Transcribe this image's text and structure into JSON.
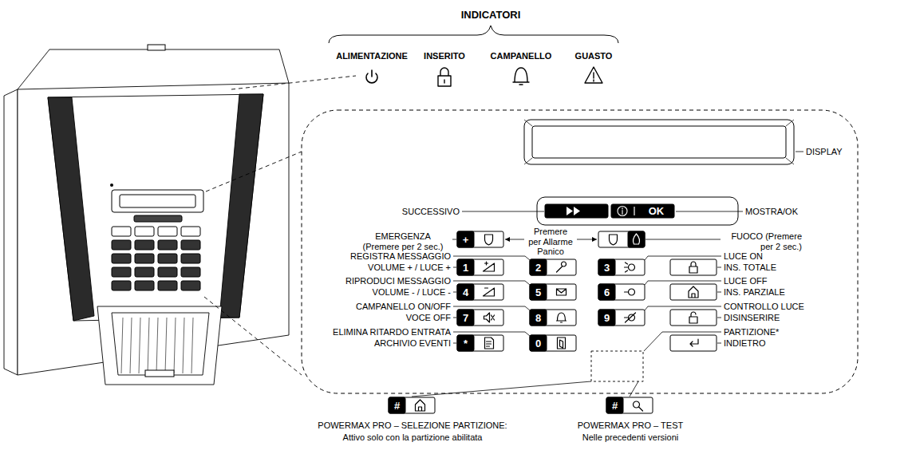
{
  "diagram": {
    "title": "INDICATORI",
    "nodes": [
      {
        "text": [
          "OK"
        ]
      },
      {
        "text": [
          "+"
        ]
      },
      {
        "text": [
          "1"
        ]
      },
      {
        "text": [
          "2"
        ]
      },
      {
        "text": [
          "3"
        ]
      },
      {
        "text": [
          "4"
        ]
      },
      {
        "text": [
          "5"
        ]
      },
      {
        "text": [
          "6"
        ]
      },
      {
        "text": [
          "7"
        ]
      },
      {
        "text": [
          "8"
        ]
      },
      {
        "text": [
          "9"
        ]
      },
      {
        "text": [
          "*"
        ]
      },
      {
        "text": [
          "0"
        ]
      },
      {
        "text": [
          "#"
        ]
      },
      {
        "text": [
          "#"
        ]
      }
    ],
    "labels": [
      "ALIMENTAZIONE",
      "INSERITO",
      "CAMPANELLO",
      "GUASTO",
      "DISPLAY",
      "SUCCESSIVO",
      "MOSTRA/OK",
      "EMERGENZA (Premere per 2 sec.)",
      "Premere per Allarme Panico",
      "FUOCO (Premere per 2 sec.)",
      "REGISTRA MESSAGGIO",
      "VOLUME + / LUCE +",
      "RIPRODUCI MESSAGGIO",
      "VOLUME - / LUCE -",
      "CAMPANELLO ON/OFF",
      "VOCE OFF",
      "ELIMINA RITARDO ENTRATA",
      "ARCHIVIO EVENTI",
      "LUCE ON",
      "INS. TOTALE",
      "LUCE OFF",
      "INS. PARZIALE",
      "CONTROLLO LUCE",
      "DISINSERIRE",
      "PARTIZIONE*",
      "INDIETRO",
      "POWERMAX PRO – SELEZIONE PARTIZIONE:",
      "Attivo solo con la partizione abilitata",
      "POWERMAX PRO – TEST",
      "Nelle precedenti versioni"
    ]
  }
}
